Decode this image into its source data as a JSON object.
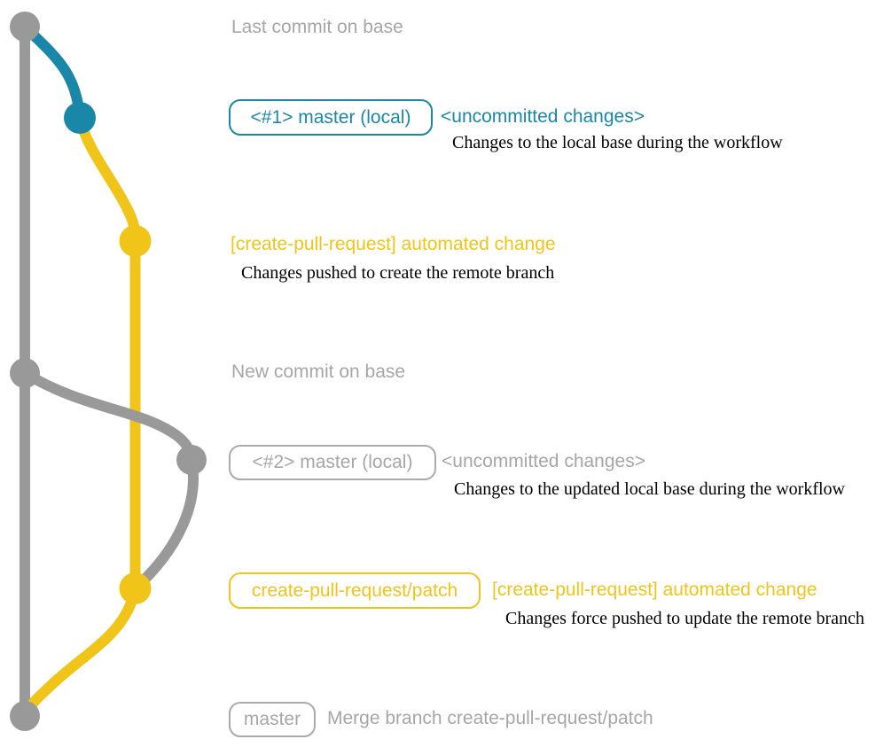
{
  "colors": {
    "teal": "#1b87a8",
    "yellow": "#f0c419",
    "graph_gray": "#999999",
    "label_gray": "#a6a6a6",
    "text_black": "#000000"
  },
  "graph": {
    "type": "git-branch-diagram",
    "branches": [
      {
        "name": "base",
        "color_key": "graph_gray"
      },
      {
        "name": "local-master",
        "color_key": "teal"
      },
      {
        "name": "create-pull-request/patch",
        "color_key": "yellow"
      }
    ],
    "commit_dots": [
      {
        "id": "base-last-commit",
        "color_key": "graph_gray"
      },
      {
        "id": "local-master-commit-1",
        "color_key": "teal"
      },
      {
        "id": "remote-patch-commit-1",
        "color_key": "yellow"
      },
      {
        "id": "base-new-commit",
        "color_key": "graph_gray"
      },
      {
        "id": "local-master-commit-2",
        "color_key": "graph_gray"
      },
      {
        "id": "remote-patch-commit-2",
        "color_key": "yellow"
      },
      {
        "id": "merge-commit",
        "color_key": "graph_gray"
      }
    ]
  },
  "annotations": {
    "last_commit": {
      "text": "Last commit on base"
    },
    "step1": {
      "box_label": "<#1> master (local)",
      "heading": "<uncommitted changes>",
      "desc": "Changes to the local base during the workflow"
    },
    "push1": {
      "heading": "[create-pull-request] automated change",
      "desc": "Changes pushed to create the remote branch"
    },
    "new_commit": {
      "text": "New commit on base"
    },
    "step2": {
      "box_label": "<#2> master (local)",
      "heading": "<uncommitted changes>",
      "desc": "Changes to the updated local base during the workflow"
    },
    "push2": {
      "box_label": "create-pull-request/patch",
      "heading": "[create-pull-request] automated change",
      "desc": "Changes force pushed to update the remote branch"
    },
    "merge": {
      "box_label": "master",
      "text": "Merge branch create-pull-request/patch"
    }
  }
}
